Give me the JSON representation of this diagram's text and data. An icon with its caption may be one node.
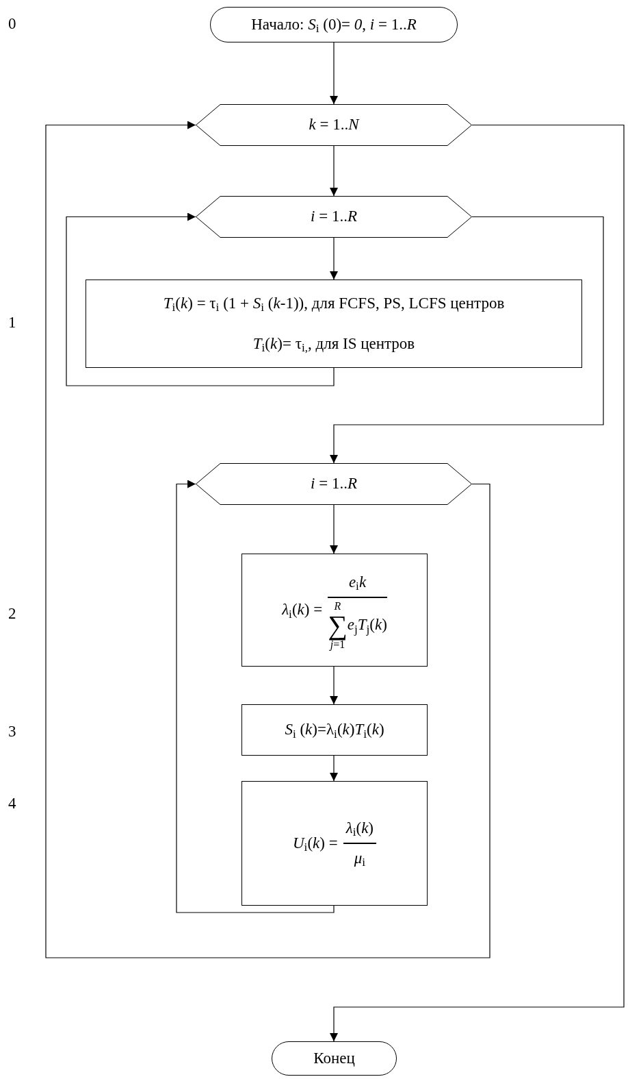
{
  "diagram": {
    "nodes": [
      {
        "text": [
          "Начало: *S*$_{i}$ (0)= *0*,  *i* = 1..*R*"
        ]
      },
      {
        "text": [
          "*k* = 1..*N*"
        ]
      },
      {
        "text": [
          "*i* = 1..*R*"
        ]
      },
      {
        "text": [
          "*T*$_{i}$(*k*) = τ$_{i}$ (1 + *S*$_{i}$ (*k*-1)), для FCFS, PS, LCFS центров",
          "*T*$_{i}$(*k*)= τ$_{i,}$, для IS центров"
        ]
      },
      {
        "text": [
          "*i* = 1..*R*"
        ]
      },
      {
        "text": [
          "*λ*$_{i}$(*k*) =",
          "*e*$_{i}$*k*",
          "*R*",
          "∑",
          "*j*=1",
          "*e*$_{j}$*T*$_{j}$(*k*)"
        ]
      },
      {
        "text": [
          "*S*$_{i}$ (*k*)=λ$_{i}$(*k*)*T*$_{i}$(*k*)"
        ]
      },
      {
        "text": [
          "*U*$_{i}$(*k*) =",
          "*λ*$_{i}$(*k*)",
          "*μ*$_{i}$"
        ]
      },
      {
        "text": [
          "Конец"
        ]
      }
    ],
    "edges": [
      {
        "from": 0,
        "to": 1,
        "arrow": "to"
      },
      {
        "from": 1,
        "to": 2,
        "arrow": "to"
      },
      {
        "from": 2,
        "to": 3,
        "arrow": "to"
      },
      {
        "from": 3,
        "to": 2,
        "arrow": "to"
      },
      {
        "from": 2,
        "to": 4,
        "arrow": "to"
      },
      {
        "from": 4,
        "to": 5,
        "arrow": "to"
      },
      {
        "from": 5,
        "to": 6,
        "arrow": "to"
      },
      {
        "from": 6,
        "to": 7,
        "arrow": "to"
      },
      {
        "from": 7,
        "to": 4,
        "arrow": "to"
      },
      {
        "from": 4,
        "to": 1,
        "arrow": "to"
      },
      {
        "from": 1,
        "to": 8,
        "arrow": "to"
      }
    ],
    "labels": [
      "0",
      "1",
      "2",
      "3",
      "4"
    ]
  }
}
